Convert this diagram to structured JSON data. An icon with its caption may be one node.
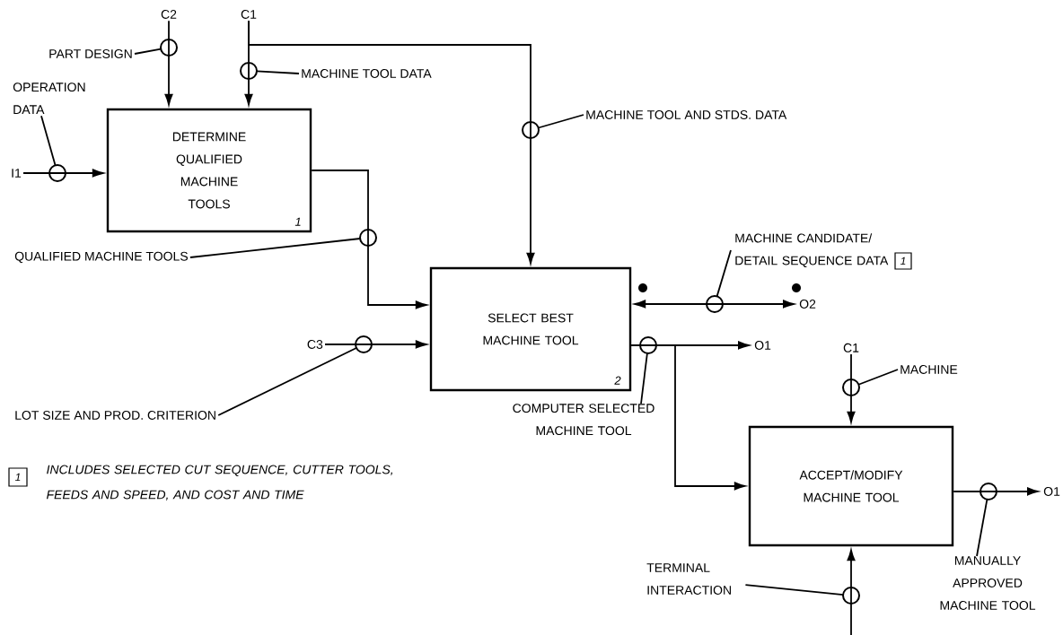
{
  "diagram": {
    "nodes": [
      {
        "text": [
          "DETERMINE QUALIFIED MACHINE TOOLS",
          "1"
        ]
      },
      {
        "text": [
          "SELECT BEST MACHINE TOOL",
          "2"
        ]
      },
      {
        "text": [
          "ACCEPT/MODIFY MACHINE TOOL"
        ]
      },
      {
        "text": [
          "C2"
        ]
      },
      {
        "text": [
          "C1"
        ]
      },
      {
        "text": [
          "I1"
        ]
      },
      {
        "text": [
          "C3"
        ]
      },
      {
        "text": [
          "O2"
        ]
      },
      {
        "text": [
          "O1"
        ]
      },
      {
        "text": [
          "C1"
        ]
      },
      {
        "text": [
          "O1"
        ]
      },
      {
        "text": [
          "PART DESIGN"
        ]
      },
      {
        "text": [
          "MACHINE TOOL DATA"
        ]
      },
      {
        "text": [
          "OPERATION DATA"
        ]
      },
      {
        "text": [
          "MACHINE TOOL AND STDS. DATA"
        ]
      },
      {
        "text": [
          "QUALIFIED MACHINE TOOLS"
        ]
      },
      {
        "text": [
          "MACHINE CANDIDATE/ DETAIL SEQUENCE DATA"
        ],
        "beside": [
          "1"
        ]
      },
      {
        "text": [
          "LOT SIZE AND PROD. CRITERION"
        ]
      },
      {
        "text": [
          "COMPUTER SELECTED MACHINE TOOL"
        ]
      },
      {
        "text": [
          "MACHINE"
        ]
      },
      {
        "text": [
          "TERMINAL INTERACTION"
        ]
      },
      {
        "text": [
          "MANUALLY APPROVED MACHINE TOOL"
        ]
      }
    ],
    "edges": [
      {
        "from": 3,
        "to": 0,
        "arrow": "to"
      },
      {
        "from": 4,
        "to": 0,
        "arrow": "to"
      },
      {
        "from": 4,
        "to": 1,
        "arrow": "to"
      },
      {
        "from": 5,
        "to": 0,
        "arrow": "to"
      },
      {
        "from": 0,
        "to": 1,
        "arrow": "to"
      },
      {
        "from": 6,
        "to": 1,
        "arrow": "to"
      },
      {
        "from": 1,
        "to": 7,
        "arrow": "both"
      },
      {
        "from": 1,
        "to": 8,
        "arrow": "to"
      },
      {
        "from": 1,
        "to": 2,
        "arrow": "to"
      },
      {
        "from": 9,
        "to": 2,
        "arrow": "to"
      },
      {
        "from": 2,
        "to": 10,
        "arrow": "to"
      },
      {
        "from": null,
        "to": 2,
        "arrow": "to"
      },
      {
        "from": 11,
        "to": null,
        "arrow": "none"
      },
      {
        "from": 12,
        "to": null,
        "arrow": "none"
      },
      {
        "from": 13,
        "to": null,
        "arrow": "none"
      },
      {
        "from": 14,
        "to": null,
        "arrow": "none"
      },
      {
        "from": 15,
        "to": null,
        "arrow": "none"
      },
      {
        "from": 16,
        "to": null,
        "arrow": "none"
      },
      {
        "from": 17,
        "to": null,
        "arrow": "none"
      },
      {
        "from": 18,
        "to": null,
        "arrow": "none"
      },
      {
        "from": 19,
        "to": null,
        "arrow": "none"
      },
      {
        "from": 20,
        "to": null,
        "arrow": "none"
      },
      {
        "from": 21,
        "to": null,
        "arrow": "none"
      }
    ],
    "labels": [
      "1",
      "INCLUDES SELECTED CUT SEQUENCE, CUTTER TOOLS, FEEDS AND SPEED, AND COST AND TIME"
    ]
  }
}
